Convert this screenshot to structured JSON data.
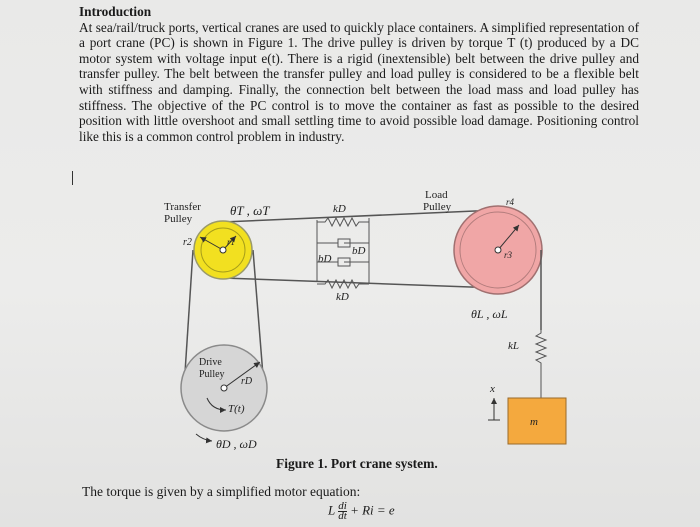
{
  "intro": {
    "heading": "Introduction",
    "paragraph": "At sea/rail/truck ports, vertical cranes are used to quickly place containers. A simplified representation of a port crane (PC) is shown in Figure 1. The drive pulley is driven by torque T (t) produced by a DC motor system with voltage input e(t). There is a rigid (inextensible) belt between the drive pulley and transfer pulley. The belt between the transfer pulley and load pulley is considered to be a flexible belt with stiffness and damping. Finally, the connection belt between the load mass and load pulley has stiffness. The objective of the PC control is to move the container as fast as possible to the desired position with little overshoot and small settling time to avoid possible load damage. Positioning control like this is a common control problem in industry."
  },
  "figure": {
    "transfer_pulley_label_1": "Transfer",
    "transfer_pulley_label_2": "Pulley",
    "theta_t": "θT , ωT",
    "r2": "r2",
    "r1": "r1",
    "kd_top": "kD",
    "bd_left": "bD",
    "bd_right": "bD",
    "kd_bottom": "kD",
    "load_pulley_label_1": "Load",
    "load_pulley_label_2": "Pulley",
    "r4": "r4",
    "r3": "r3",
    "theta_l": "θL , ωL",
    "kl": "kL",
    "x": "x",
    "m": "m",
    "drive_pulley_label_1": "Drive",
    "drive_pulley_label_2": "Pulley",
    "rd": "rD",
    "torque": "T(t)",
    "theta_d": "θD , ωD",
    "caption": "Figure 1. Port crane system.",
    "colors": {
      "transfer_pulley": "#f2e020",
      "load_pulley": "#f0a6a6",
      "drive_pulley": "#d6d6d6"
    }
  },
  "text": {
    "torque_line": "The torque is given by a simplified motor equation:",
    "equation_L": "L",
    "equation_di": "di",
    "equation_dt": "dt",
    "equation_rest": "+ Ri = e"
  }
}
